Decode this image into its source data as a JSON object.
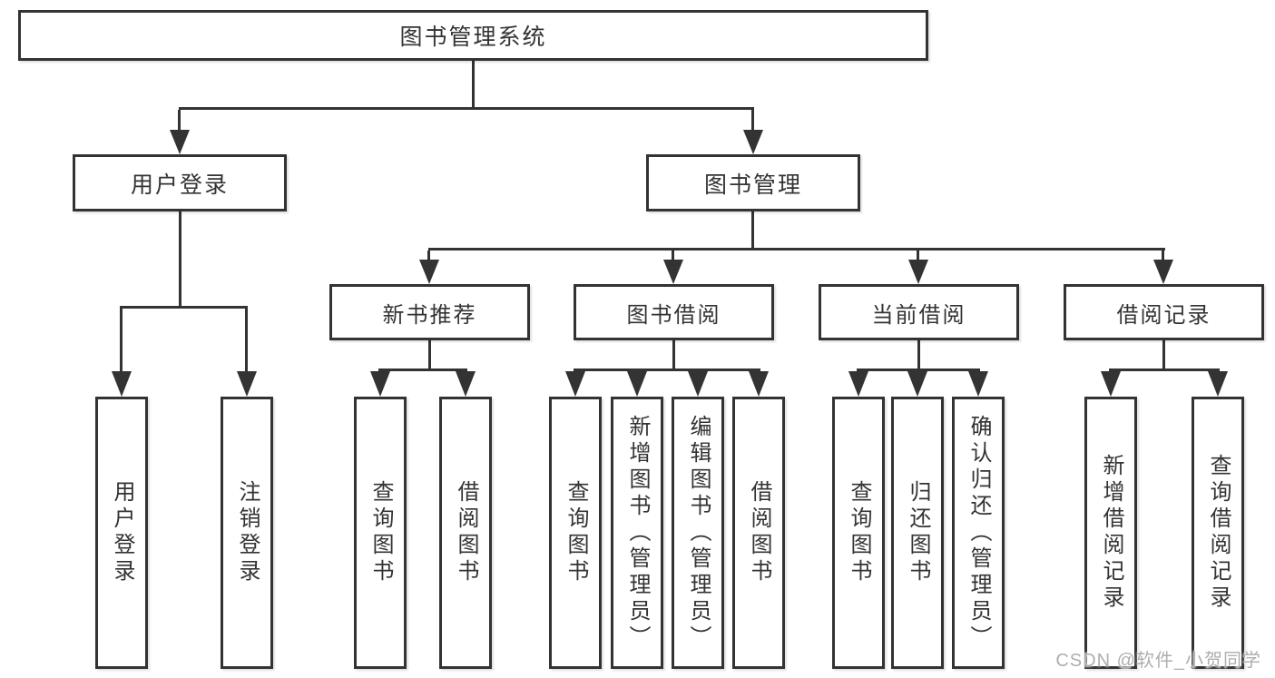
{
  "root": {
    "label": "图书管理系统"
  },
  "level1": {
    "user_login": {
      "label": "用户登录"
    },
    "book_mgmt": {
      "label": "图书管理"
    }
  },
  "level2": {
    "new_books": {
      "label": "新书推荐"
    },
    "borrow": {
      "label": "图书借阅"
    },
    "current": {
      "label": "当前借阅"
    },
    "records": {
      "label": "借阅记录"
    }
  },
  "leaves": {
    "user_login": [
      "用户登录",
      "注销登录"
    ],
    "new_books": [
      "查询图书",
      "借阅图书"
    ],
    "borrow": [
      "查询图书",
      "新增图书（管理员）",
      "编辑图书（管理员）",
      "借阅图书"
    ],
    "current": [
      "查询图书",
      "归还图书",
      "确认归还（管理员）"
    ],
    "records": [
      "新增借阅记录",
      "查询借阅记录"
    ]
  },
  "watermark": {
    "text": "CSDN @软件_小贺同学"
  },
  "colors": {
    "line": "#333333",
    "text": "#333333",
    "watermark": "#aeaeae",
    "background": "#ffffff"
  }
}
